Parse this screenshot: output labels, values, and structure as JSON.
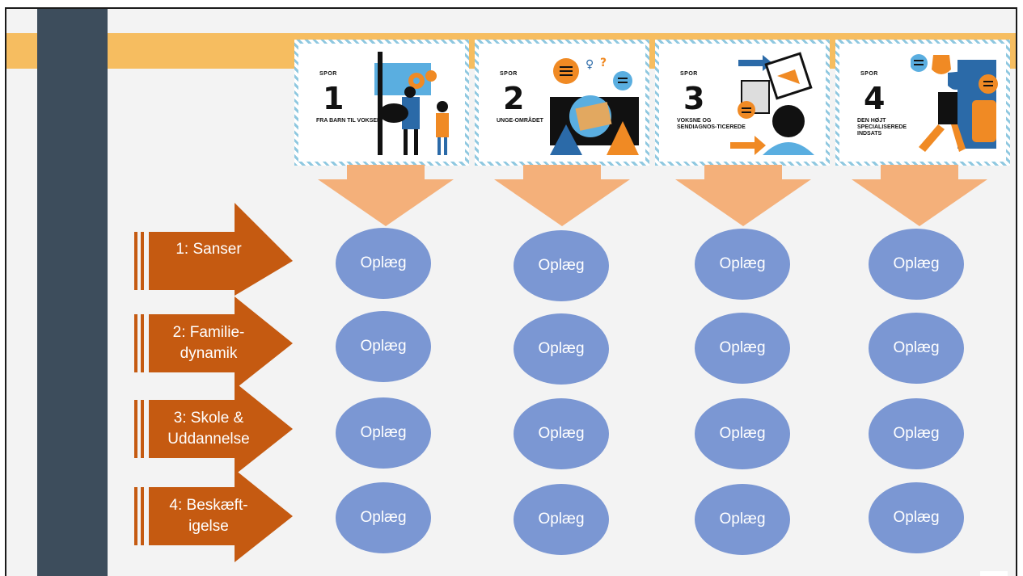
{
  "colors": {
    "topbar": "#f6bd60",
    "sidebar": "#3d4d5c",
    "background": "#f3f3f3",
    "down_arrow": "#f4b07a",
    "row_arrow": "#c55a11",
    "oval": "#7b97d3",
    "card_stripe": "#8fc8e0"
  },
  "cards": [
    {
      "spor": "SPOR",
      "number": "1",
      "caption": "FRA BARN TIL VOKSEN",
      "art_icon": "family-illustration-icon"
    },
    {
      "spor": "SPOR",
      "number": "2",
      "caption": "UNGE-OMRÅDET",
      "art_icon": "youth-illustration-icon"
    },
    {
      "spor": "SPOR",
      "number": "3",
      "caption": "VOKSNE OG SENDIAGNOS-TICEREDE",
      "art_icon": "adult-illustration-icon"
    },
    {
      "spor": "SPOR",
      "number": "4",
      "caption": "DEN HØJT SPECIALISEREDE INDSATS",
      "art_icon": "specialized-illustration-icon"
    }
  ],
  "rows": [
    {
      "label": "1: Sanser",
      "cells": [
        "Oplæg",
        "Oplæg",
        "Oplæg",
        "Oplæg"
      ]
    },
    {
      "label": "2: Familie-dynamik",
      "cells": [
        "Oplæg",
        "Oplæg",
        "Oplæg",
        "Oplæg"
      ]
    },
    {
      "label": "3: Skole & Uddannelse",
      "cells": [
        "Oplæg",
        "Oplæg",
        "Oplæg",
        "Oplæg"
      ]
    },
    {
      "label": "4: Beskæft-igelse",
      "cells": [
        "Oplæg",
        "Oplæg",
        "Oplæg",
        "Oplæg"
      ]
    }
  ]
}
